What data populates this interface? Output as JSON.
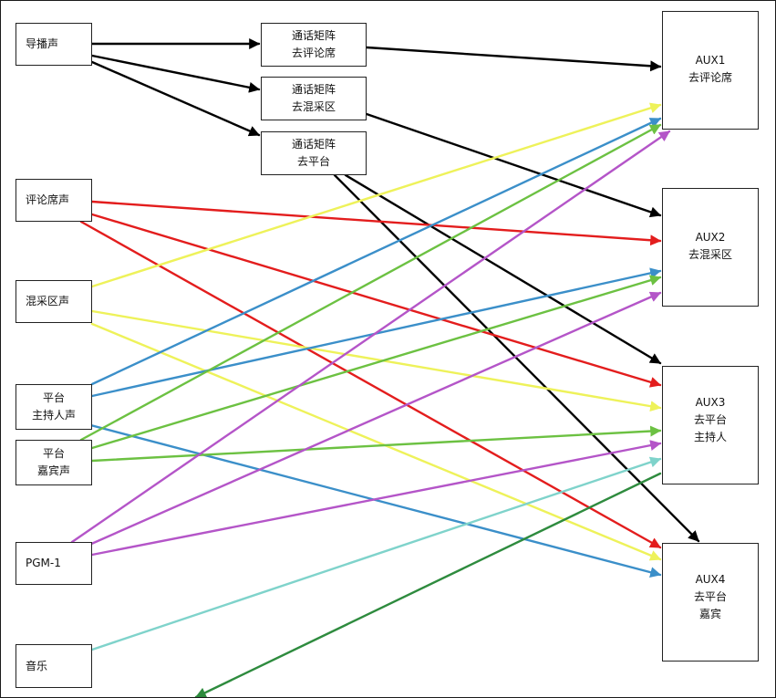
{
  "nodes": {
    "src_guide": "导播声",
    "src_commentary": "评论席声",
    "src_mixzone": "混采区声",
    "src_host": "平台\n主持人声",
    "src_guest": "平台\n嘉宾声",
    "src_pgm": "PGM-1",
    "src_music": "音乐",
    "mx_commentary": "通话矩阵\n去评论席",
    "mx_mixzone": "通话矩阵\n去混采区",
    "mx_platform": "通话矩阵\n去平台",
    "aux1": "AUX1\n去评论席",
    "aux2": "AUX2\n去混采区",
    "aux3": "AUX3\n去平台\n主持人",
    "aux4": "AUX4\n去平台\n嘉宾"
  },
  "colors": {
    "black": "#000000",
    "red": "#e31d1d",
    "yellow": "#eef25a",
    "blue": "#3b8fc9",
    "green": "#6cc142",
    "purple": "#b455c8",
    "cyan": "#7fd3cb",
    "darkgreen": "#2e8b3e"
  },
  "connections": [
    {
      "from": "src_guide",
      "to": "mx_commentary",
      "color": "black"
    },
    {
      "from": "src_guide",
      "to": "mx_mixzone",
      "color": "black"
    },
    {
      "from": "src_guide",
      "to": "mx_platform",
      "color": "black"
    },
    {
      "from": "mx_commentary",
      "to": "aux1",
      "color": "black"
    },
    {
      "from": "mx_mixzone",
      "to": "aux2",
      "color": "black"
    },
    {
      "from": "mx_platform",
      "to": "aux3",
      "color": "black"
    },
    {
      "from": "mx_platform",
      "to": "aux4",
      "color": "black"
    },
    {
      "from": "src_commentary",
      "to": "aux2",
      "color": "red"
    },
    {
      "from": "src_commentary",
      "to": "aux3",
      "color": "red"
    },
    {
      "from": "src_commentary",
      "to": "aux4",
      "color": "red"
    },
    {
      "from": "src_mixzone",
      "to": "aux1",
      "color": "yellow"
    },
    {
      "from": "src_mixzone",
      "to": "aux3",
      "color": "yellow"
    },
    {
      "from": "src_mixzone",
      "to": "aux4",
      "color": "yellow"
    },
    {
      "from": "src_host",
      "to": "aux1",
      "color": "blue"
    },
    {
      "from": "src_host",
      "to": "aux2",
      "color": "blue"
    },
    {
      "from": "src_host",
      "to": "aux4",
      "color": "blue"
    },
    {
      "from": "src_guest",
      "to": "aux1",
      "color": "green"
    },
    {
      "from": "src_guest",
      "to": "aux2",
      "color": "green"
    },
    {
      "from": "src_guest",
      "to": "aux3",
      "color": "green"
    },
    {
      "from": "src_pgm",
      "to": "aux1",
      "color": "purple"
    },
    {
      "from": "src_pgm",
      "to": "aux2",
      "color": "purple"
    },
    {
      "from": "src_pgm",
      "to": "aux3",
      "color": "purple"
    },
    {
      "from": "src_music",
      "to": "aux3",
      "color": "cyan"
    },
    {
      "from": "src_music",
      "to": "aux4",
      "color": "darkgreen"
    }
  ]
}
